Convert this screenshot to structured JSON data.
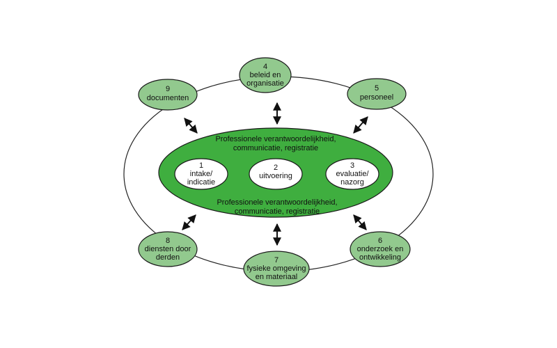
{
  "colors": {
    "node_fill": "#92c98e",
    "center_fill": "#3fae3f",
    "inner_fill": "#ffffff",
    "stroke": "#1a1a1a",
    "ring": "#222222"
  },
  "center": {
    "top_line1": "Professionele verantwoordelijkheid,",
    "top_line2": "communicatie, registratie",
    "bottom_line1": "Professionele verantwoordelijkheid,",
    "bottom_line2": "communicatie, registratie"
  },
  "inner": [
    {
      "num": "1",
      "line1": "intake/",
      "line2": "indicatie"
    },
    {
      "num": "2",
      "line1": "uitvoering",
      "line2": ""
    },
    {
      "num": "3",
      "line1": "evaluatie/",
      "line2": "nazorg"
    }
  ],
  "nodes": {
    "n4": {
      "num": "4",
      "line1": "beleid en",
      "line2": "organisatie"
    },
    "n5": {
      "num": "5",
      "line1": "personeel",
      "line2": ""
    },
    "n6": {
      "num": "6",
      "line1": "onderzoek en",
      "line2": "ontwikkeling"
    },
    "n7": {
      "num": "7",
      "line1": "fysieke omgeving",
      "line2": "en materiaal"
    },
    "n8": {
      "num": "8",
      "line1": "diensten door",
      "line2": "derden"
    },
    "n9": {
      "num": "9",
      "line1": "documenten",
      "line2": ""
    }
  },
  "icons": [
    "double-arrow-icon"
  ]
}
